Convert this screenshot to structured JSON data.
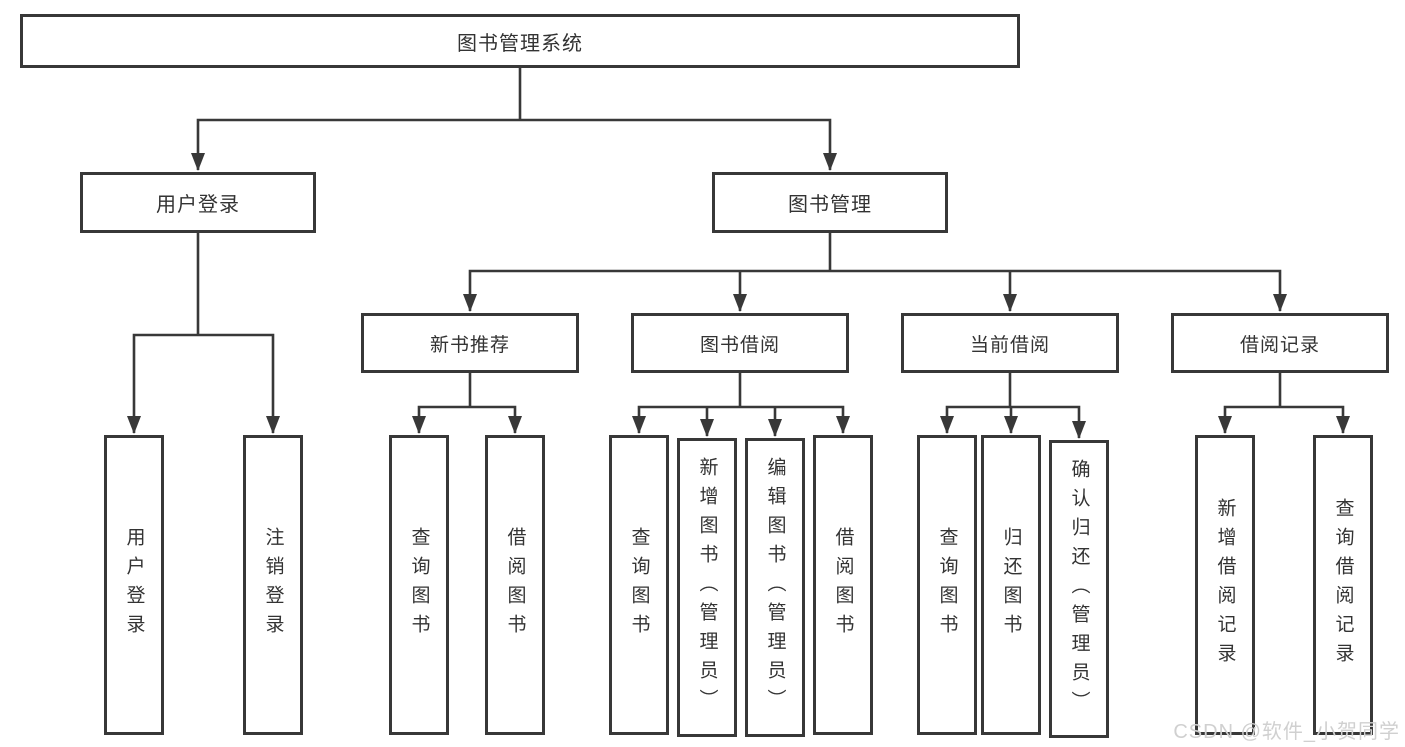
{
  "diagram": {
    "root": "图书管理系统",
    "level2": [
      {
        "label": "用户登录",
        "children": [
          "用户登录",
          "注销登录"
        ]
      },
      {
        "label": "图书管理"
      }
    ],
    "level3": [
      {
        "label": "新书推荐",
        "children": [
          "查询图书",
          "借阅图书"
        ]
      },
      {
        "label": "图书借阅",
        "children": [
          "查询图书",
          "新增图书（管理员）",
          "编辑图书（管理员）",
          "借阅图书"
        ]
      },
      {
        "label": "当前借阅",
        "children": [
          "查询图书",
          "归还图书",
          "确认归还（管理员）"
        ]
      },
      {
        "label": "借阅记录",
        "children": [
          "新增借阅记录",
          "查询借阅记录"
        ]
      }
    ]
  },
  "watermark": "CSDN @软件_小贺同学",
  "colors": {
    "line": "#383838",
    "text": "#333333",
    "background": "#ffffff",
    "watermark": "#d0d0d0"
  }
}
